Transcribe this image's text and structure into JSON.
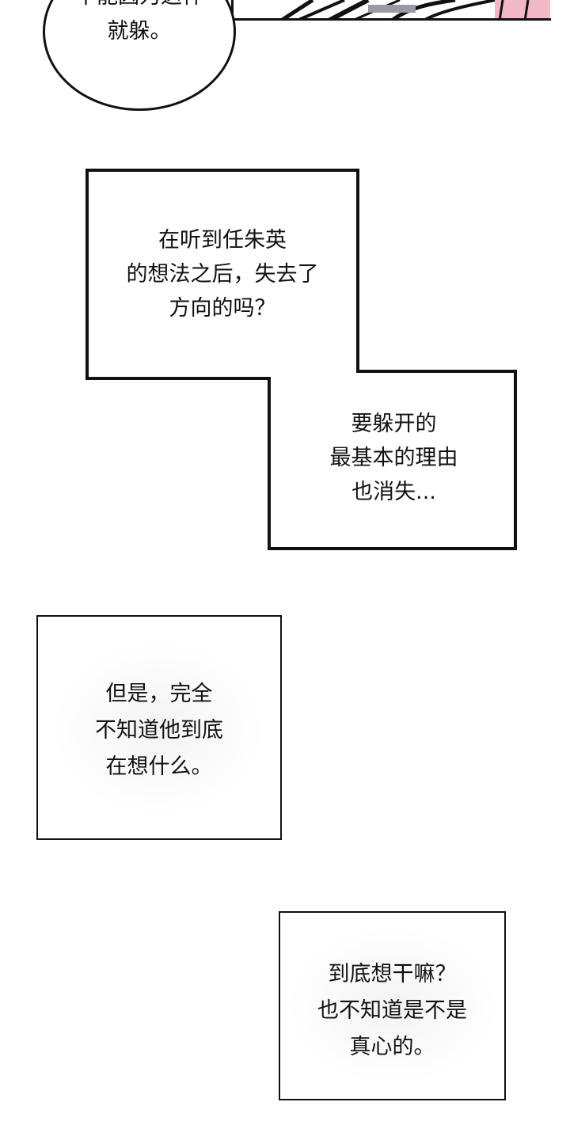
{
  "top_bubble": {
    "lines": [
      "不能因为这样",
      "就躲。"
    ]
  },
  "stepped_caption": {
    "upper_lines": [
      "在听到任朱英",
      "的想法之后，失去了",
      "方向的吗？"
    ],
    "lower_lines": [
      "要躲开的",
      "最基本的理由",
      "也消失..."
    ]
  },
  "caption_2": {
    "lines": [
      "但是，完全",
      "不知道他到底",
      "在想什么。"
    ]
  },
  "caption_3": {
    "lines": [
      "到底想干嘛？",
      "也不知道是不是",
      "真心的。"
    ]
  }
}
